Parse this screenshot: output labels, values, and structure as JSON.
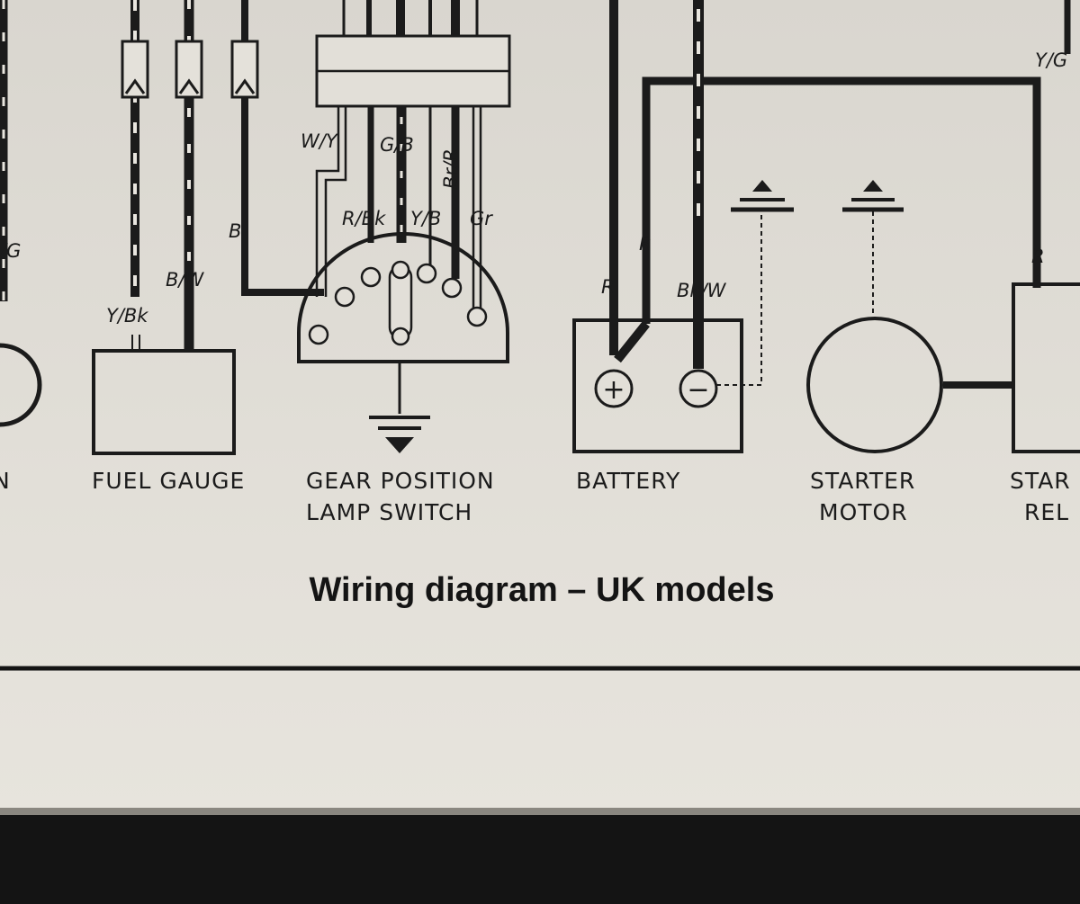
{
  "diagram": {
    "title": "Wiring diagram – UK models",
    "components": {
      "left_partial": "N",
      "fuel_gauge": "FUEL GAUGE",
      "gear_switch_line1": "GEAR POSITION",
      "gear_switch_line2": "LAMP SWITCH",
      "battery": "BATTERY",
      "starter_line1": "STARTER",
      "starter_line2": "MOTOR",
      "relay_line1": "STAR",
      "relay_line2": "REL"
    },
    "wire_labels": {
      "far_left": "/G",
      "y_bk": "Y/Bk",
      "b_w": "B/W",
      "b": "B",
      "w_y": "W/Y",
      "g_b": "G/B",
      "br_r": "Br/R",
      "r_bk": "R/Bk",
      "y_b": "Y/B",
      "gr": "Gr",
      "r_left": "R",
      "r_mid": "R",
      "bk_w": "Bk/W",
      "r_right": "R",
      "y_g": "Y/G"
    },
    "battery_terminals": {
      "positive": "+",
      "negative": "−"
    }
  }
}
